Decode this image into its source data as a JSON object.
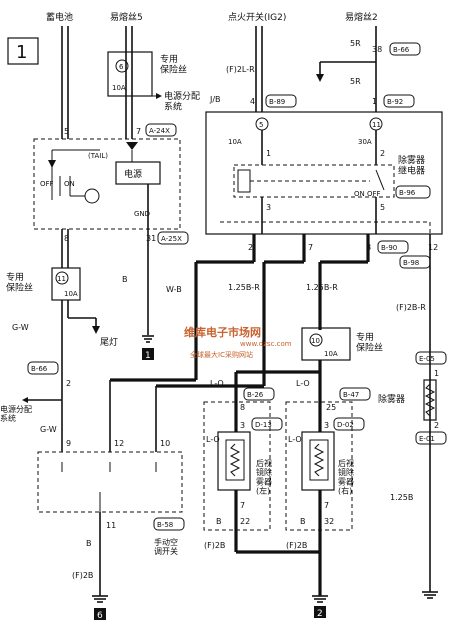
{
  "page_number": "1",
  "top_labels": {
    "battery": "蓄电池",
    "fusible_link_5": "易熔丝5",
    "ignition_switch": "点火开关(IG2)",
    "fusible_link_2": "易熔丝2"
  },
  "left_section": {
    "special_fuse_top": "专用\n保险丝",
    "fuse_top_num": "6",
    "fuse_top_rating": "10A",
    "to_power_dist": "电源分配\n系统",
    "pin5": "5",
    "pin7": "7",
    "conn_a24x": "A-24X",
    "tail_label": "(TAIL)",
    "off_label": "OFF",
    "on_label": "ON",
    "power_label": "电源",
    "gnd_label": "GND",
    "pin8": "8",
    "pin31": "31",
    "conn_a25x": "A-25X",
    "special_fuse_11": "专用\n保险丝",
    "fuse11_num": "11",
    "fuse11_rating": "10A",
    "wire_b": "B",
    "wire_wb": "W-B",
    "wire_gw_1": "G-W",
    "tail_lamp": "尾灯",
    "conn_b66": "B-66",
    "pin2": "2",
    "power_dist_2": "电源分配\n系统",
    "wire_gw_2": "G-W",
    "ground_1": "1"
  },
  "switch_block": {
    "pin9": "9",
    "pin12": "12",
    "pin10": "10",
    "pin11": "11",
    "conn_b58": "B-58",
    "name": "手动空\n调开关",
    "wire_b": "B",
    "wire_2b": "(F)2B",
    "ground_6": "6"
  },
  "right_section": {
    "wire_2lr": "(F)2L-R",
    "wire_5r_a": "5R",
    "pin38": "38",
    "conn_b66": "B-66",
    "wire_5r_b": "5R",
    "jb_label": "J/B",
    "pin4": "4",
    "conn_b89": "B-89",
    "pin1_top": "1",
    "conn_b92": "B-92",
    "fuse5_num": "5",
    "fuse5_rating": "10A",
    "fuse11_num": "11",
    "fuse11_rating": "30A",
    "relay_pin1": "1",
    "relay_pin2": "2",
    "relay_name": "除雾器\n继电器",
    "conn_b96": "B-96",
    "on_off": "ON  OFF",
    "relay_pin3": "3",
    "relay_pin5": "5",
    "out_pin2": "2",
    "out_pin7": "7",
    "out_pin8": "8",
    "conn_b90": "B-90",
    "out_pin12": "12",
    "conn_b98": "B-98",
    "wire_125br_a": "1.25B-R",
    "wire_125br_b": "1.25B-R",
    "wire_2br": "(F)2B-R",
    "special_fuse_10": "专用\n保险丝",
    "fuse10_num": "10",
    "fuse10_rating": "10A",
    "wire_lo_1": "L-O",
    "conn_b26": "B-26",
    "pin8_left": "8",
    "wire_lo_2": "L-O",
    "conn_b47": "B-47",
    "pin25": "25",
    "conn_e05": "E-05",
    "defogger_pin1": "1",
    "defogger_name": "除雾器",
    "defogger_pin2": "2",
    "conn_e01": "E-01",
    "mir_l_pin3": "3",
    "conn_d13": "D-13",
    "mir_r_pin3": "3",
    "conn_d02": "D-02",
    "lo_3": "L-O",
    "lo_4": "L-O",
    "mirror_left": "后视\n镜除\n雾器\n(左)",
    "mirror_right": "后视\n镜除\n雾器\n(右)",
    "mir_l_pin7": "7",
    "mir_r_pin7": "7",
    "wire_b_l": "B",
    "pin22": "22",
    "wire_b_r": "B",
    "pin32": "32",
    "wire_2b_l": "(F)2B",
    "wire_2b_r": "(F)2B",
    "wire_125b": "1.25B",
    "ground_2": "2"
  },
  "watermark": {
    "brand": "维库电子市场网",
    "url": "www.dzsc.com",
    "slogan": "全球最大IC采购网站"
  }
}
